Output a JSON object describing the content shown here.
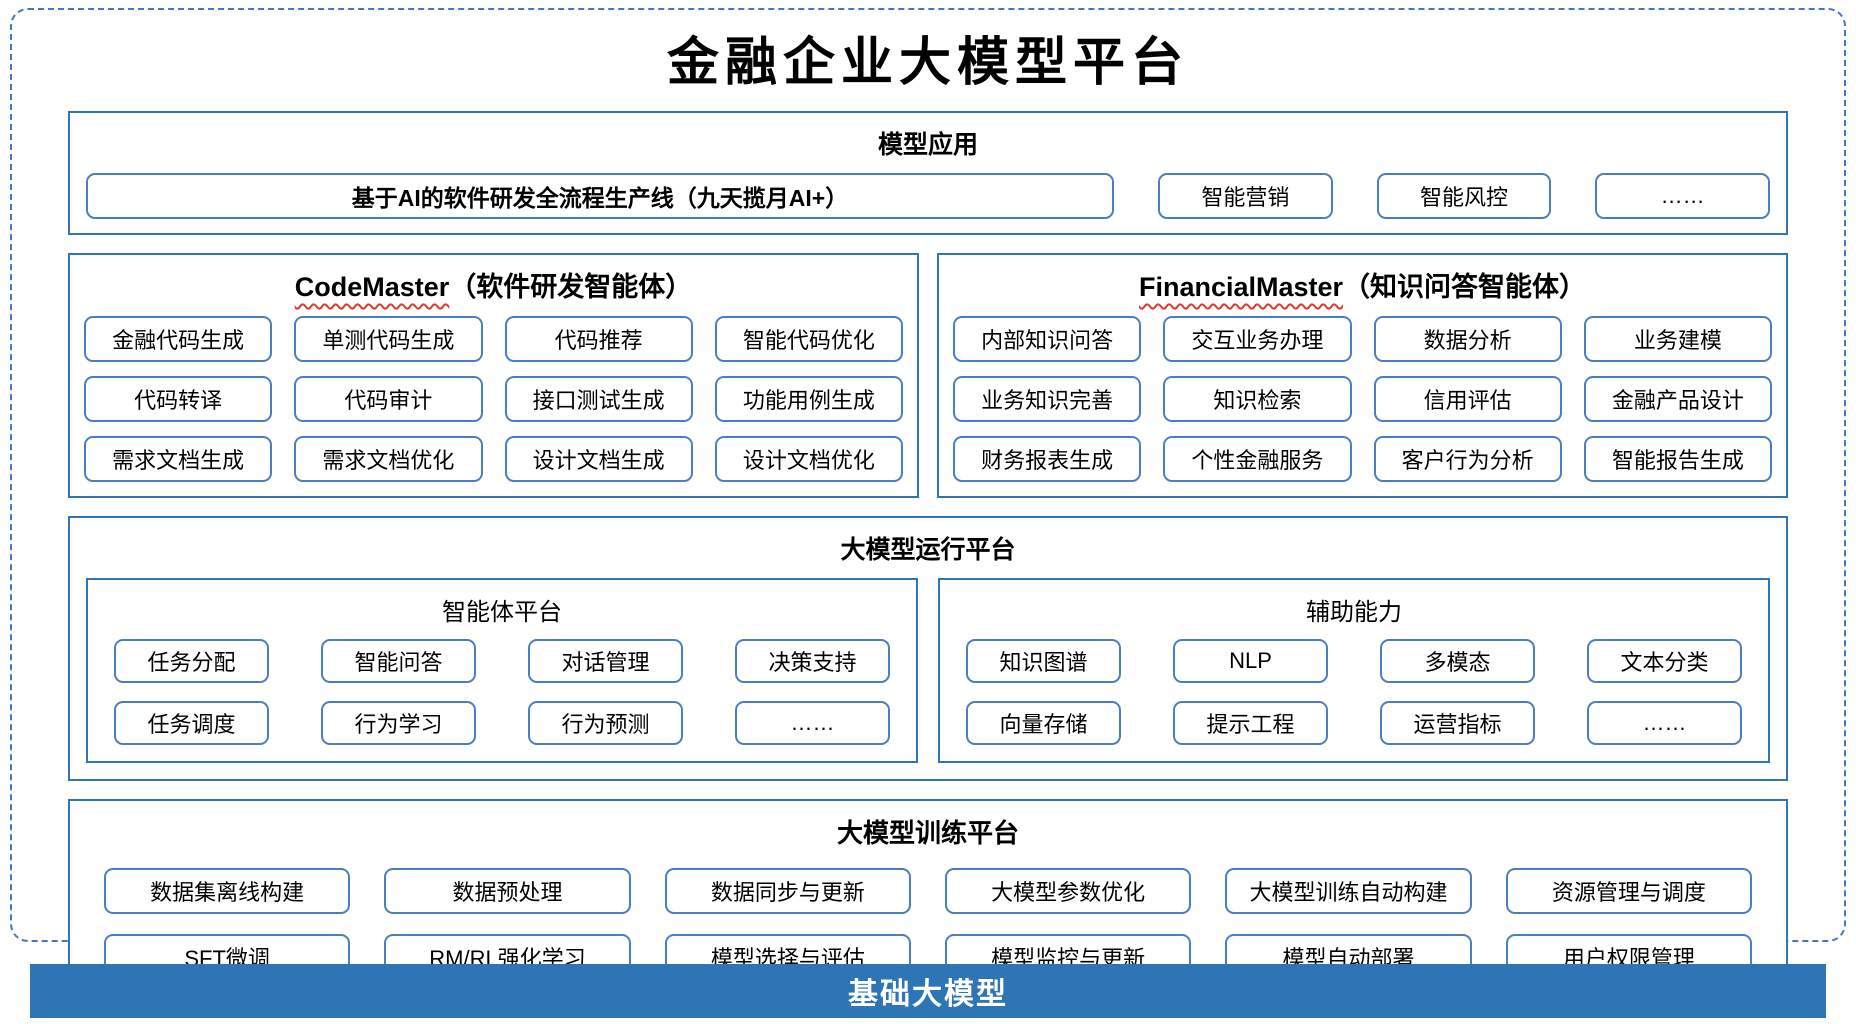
{
  "title": "金融企业大模型平台",
  "colors": {
    "section_border": "#2e75b6",
    "item_border": "#4a7ec0",
    "outer_dashed_border": "#4576c4",
    "squiggle_red": "#e0392e",
    "foundation_bar_bg": "#2e75b6",
    "foundation_bar_text": "#ffffff"
  },
  "model_app": {
    "title": "模型应用",
    "pipeline": "基于AI的软件研发全流程生产线（九天揽月AI+）",
    "items": [
      "智能营销",
      "智能风控",
      "……"
    ]
  },
  "code_master": {
    "name": "CodeMaster",
    "subtitle": "（软件研发智能体）",
    "items": [
      "金融代码生成",
      "单测代码生成",
      "代码推荐",
      "智能代码优化",
      "代码转译",
      "代码审计",
      "接口测试生成",
      "功能用例生成",
      "需求文档生成",
      "需求文档优化",
      "设计文档生成",
      "设计文档优化"
    ]
  },
  "financial_master": {
    "name": "FinancialMaster",
    "subtitle": "（知识问答智能体）",
    "items": [
      "内部知识问答",
      "交互业务办理",
      "数据分析",
      "业务建模",
      "业务知识完善",
      "知识检索",
      "信用评估",
      "金融产品设计",
      "财务报表生成",
      "个性金融服务",
      "客户行为分析",
      "智能报告生成"
    ]
  },
  "runtime": {
    "title": "大模型运行平台",
    "agent_platform": {
      "title": "智能体平台",
      "items": [
        "任务分配",
        "智能问答",
        "对话管理",
        "决策支持",
        "任务调度",
        "行为学习",
        "行为预测",
        "……"
      ]
    },
    "assist": {
      "title": "辅助能力",
      "items": [
        "知识图谱",
        "NLP",
        "多模态",
        "文本分类",
        "向量存储",
        "提示工程",
        "运营指标",
        "……"
      ]
    }
  },
  "training": {
    "title": "大模型训练平台",
    "items": [
      "数据集离线构建",
      "数据预处理",
      "数据同步与更新",
      "大模型参数优化",
      "大模型训练自动构建",
      "资源管理与调度",
      "SFT微调",
      "RM/RL强化学习",
      "模型选择与评估",
      "模型监控与更新",
      "模型自动部署",
      "用户权限管理"
    ]
  },
  "foundation_bar": {
    "label": "基础大模型"
  }
}
